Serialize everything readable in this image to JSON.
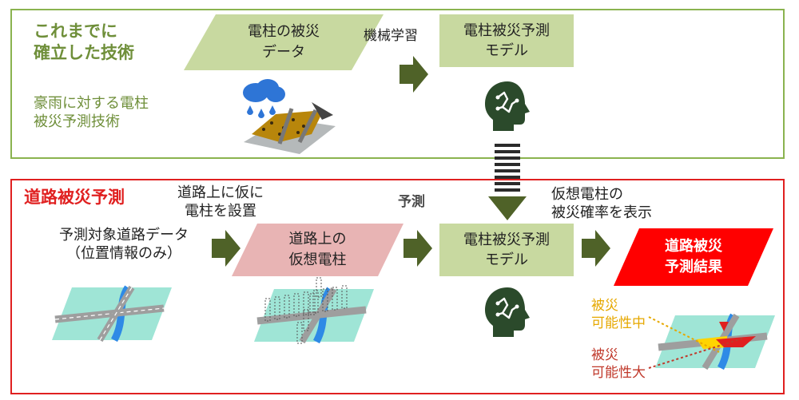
{
  "top": {
    "heading": [
      "これまでに",
      "確立した技術"
    ],
    "subtext": [
      "豪雨に対する電柱",
      "被災予測技術"
    ],
    "input_box": [
      "電柱の被災",
      "データ"
    ],
    "arrow_label": "機械学習",
    "model_box": [
      "電柱被災予測",
      "モデル"
    ]
  },
  "bottom": {
    "heading": "道路被災予測",
    "input_label": [
      "予測対象道路データ",
      "（位置情報のみ）"
    ],
    "step1_label": [
      "道路上に仮に",
      "電柱を設置"
    ],
    "virtual_box": [
      "道路上の",
      "仮想電柱"
    ],
    "arrow_label": "予測",
    "model_box": [
      "電柱被災予測",
      "モデル"
    ],
    "display_label": [
      "仮想電柱の",
      "被災確率を表示"
    ],
    "result_box": [
      "道路被災",
      "予測結果"
    ],
    "legend_mid": [
      "被災",
      "可能性中"
    ],
    "legend_high": [
      "被災",
      "可能性大"
    ]
  },
  "colors": {
    "green_border": "#8ab34f",
    "green_text": "#6f8f3a",
    "green_fill": "#c8d9a0",
    "red_border": "#e02020",
    "red_fill": "#ff0000",
    "pink_fill": "#e8b4b4",
    "arrow": "#4f6228",
    "legend_mid": "#e6a800",
    "legend_high": "#c0392b"
  },
  "icons": [
    "head-brain-icon",
    "rain-cloud-icon",
    "damaged-pole-icon",
    "road-map-icon"
  ]
}
